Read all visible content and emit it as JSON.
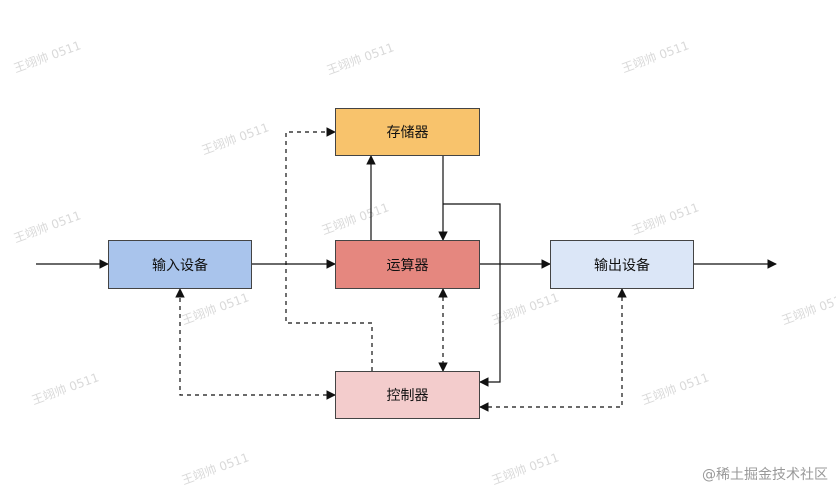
{
  "nodes": {
    "memory": {
      "label": "存储器",
      "color": "#f8c36c"
    },
    "alu": {
      "label": "运算器",
      "color": "#e5877f"
    },
    "control": {
      "label": "控制器",
      "color": "#f3cccc"
    },
    "input": {
      "label": "输入设备",
      "color": "#a9c4ec"
    },
    "output": {
      "label": "输出设备",
      "color": "#dbe6f7"
    }
  },
  "watermark": "王翊帅 0511",
  "credit": "@稀土掘金技术社区"
}
